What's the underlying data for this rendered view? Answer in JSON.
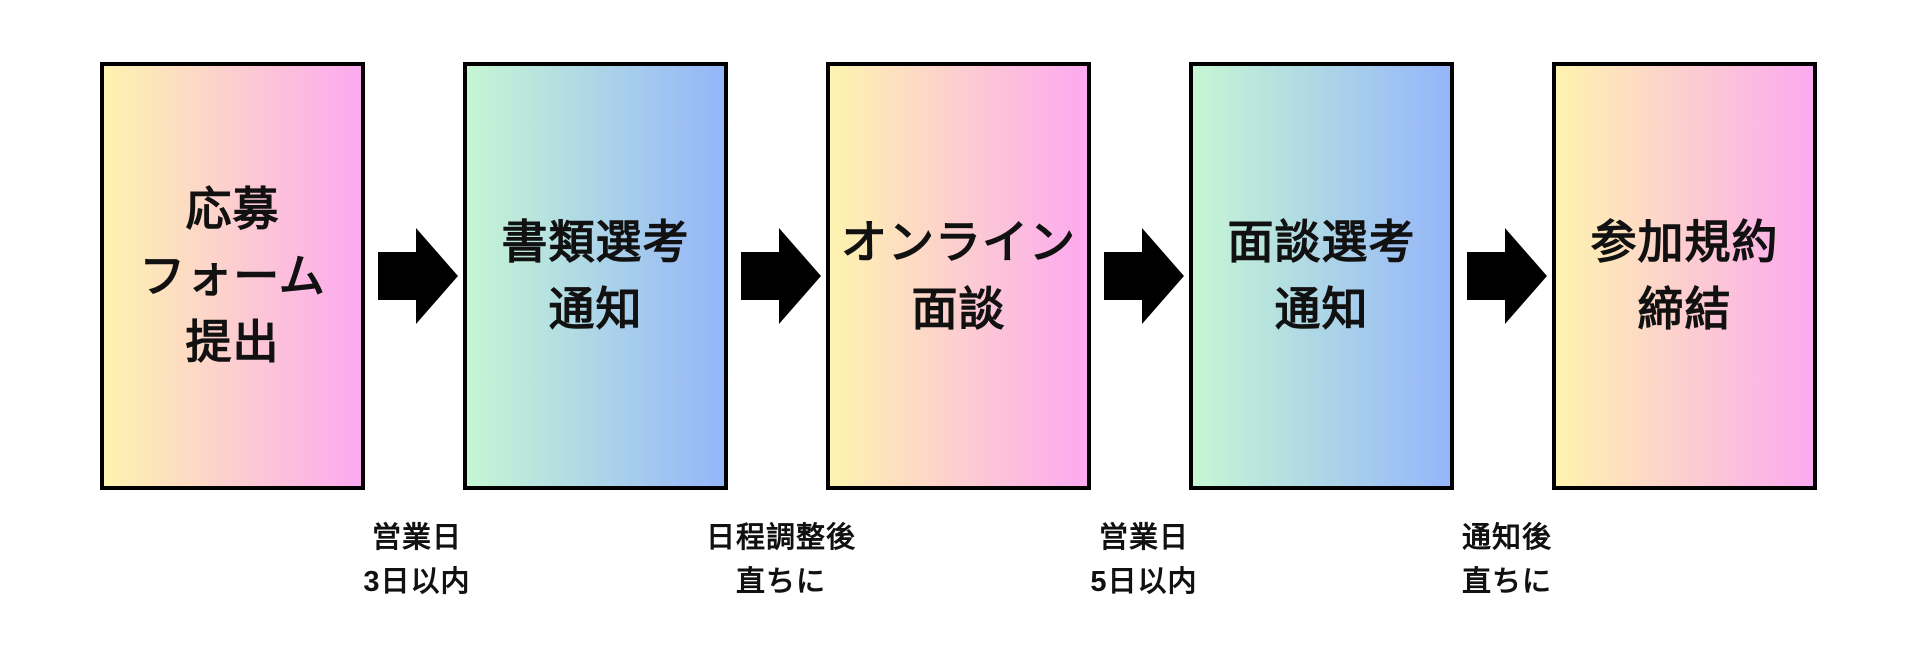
{
  "steps": [
    {
      "title": "応募\nフォーム\n提出"
    },
    {
      "title": "書類選考\n通知"
    },
    {
      "title": "オンライン\n面談"
    },
    {
      "title": "面談選考\n通知"
    },
    {
      "title": "参加規約\n締結"
    }
  ],
  "arrows": [
    {
      "label": "営業日\n3日以内"
    },
    {
      "label": "日程調整後\n直ちに"
    },
    {
      "label": "営業日\n5日以内"
    },
    {
      "label": "通知後\n直ちに"
    }
  ],
  "colors": {
    "warm_start": "#FDF3AE",
    "warm_end": "#FCA9F0",
    "cool_start": "#C6F6D3",
    "cool_end": "#94B5FA",
    "arrow": "#000000",
    "border": "#000000"
  }
}
